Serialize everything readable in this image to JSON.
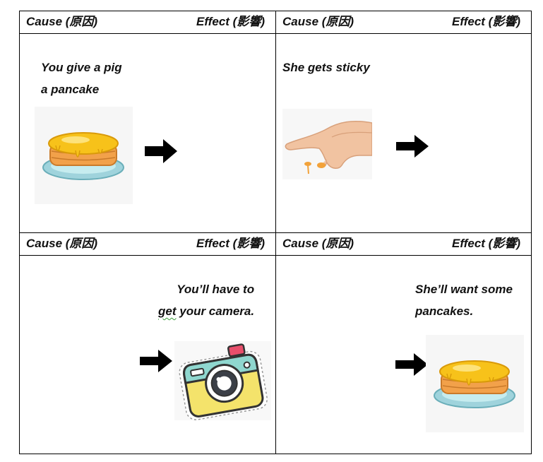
{
  "headers": {
    "cause": "Cause (原因)",
    "effect": "Effect (影響)"
  },
  "cells": [
    {
      "lines": [
        "You give a pig",
        "a pancake"
      ],
      "image": "pancake-icon",
      "arrow": "right-arrow-icon"
    },
    {
      "lines": [
        "She gets sticky"
      ],
      "image": "sticky-hand-icon",
      "arrow": "right-arrow-icon"
    },
    {
      "lines": [
        "You’ll have to",
        "get",
        "your camera."
      ],
      "image": "camera-icon",
      "arrow": "right-arrow-icon"
    },
    {
      "lines": [
        "She’ll want some",
        "pancakes."
      ],
      "image": "pancake-icon",
      "arrow": "right-arrow-icon"
    }
  ],
  "colors": {
    "pancake": "#f2a14a",
    "syrup": "#f7c21a",
    "plate": "#9fd3dc",
    "camera_top": "#8fd7cf",
    "camera_body": "#f4e36b",
    "camera_button": "#e84f6b"
  }
}
